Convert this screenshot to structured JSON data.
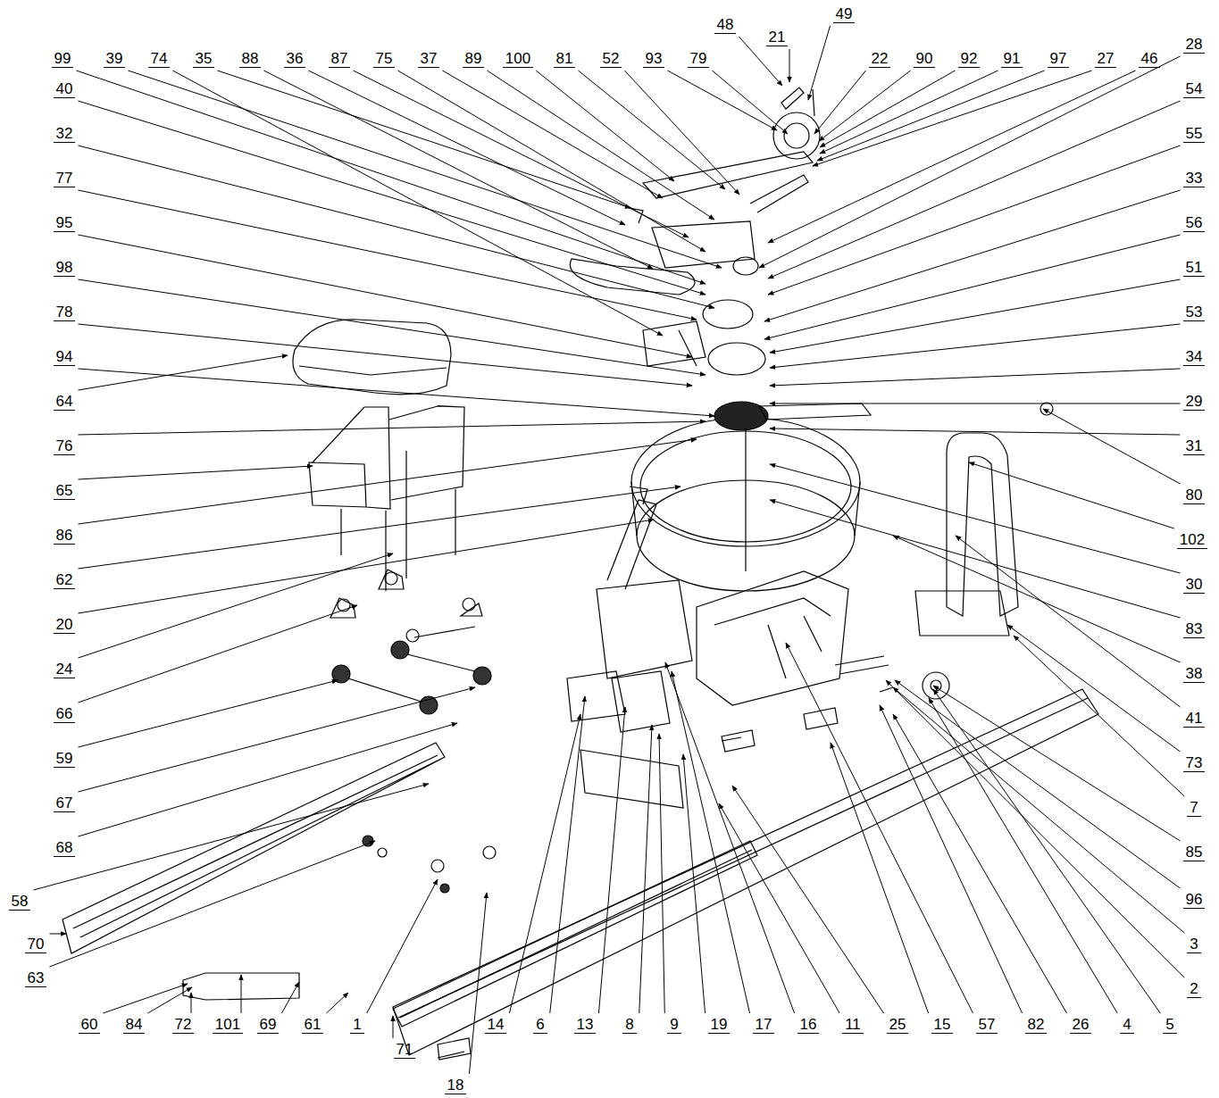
{
  "diagram": {
    "labels": [
      "48",
      "21",
      "49",
      "99",
      "39",
      "74",
      "35",
      "88",
      "36",
      "87",
      "75",
      "37",
      "89",
      "100",
      "81",
      "52",
      "93",
      "79",
      "22",
      "90",
      "92",
      "91",
      "97",
      "27",
      "46",
      "28",
      "40",
      "32",
      "77",
      "95",
      "98",
      "78",
      "94",
      "64",
      "76",
      "65",
      "86",
      "62",
      "20",
      "24",
      "66",
      "59",
      "67",
      "68",
      "58",
      "70",
      "63",
      "54",
      "55",
      "33",
      "56",
      "51",
      "53",
      "34",
      "29",
      "31",
      "80",
      "102",
      "30",
      "83",
      "38",
      "41",
      "73",
      "7",
      "85",
      "96",
      "3",
      "2",
      "60",
      "84",
      "72",
      "101",
      "69",
      "61",
      "1",
      "14",
      "6",
      "13",
      "8",
      "9",
      "19",
      "17",
      "16",
      "11",
      "25",
      "15",
      "57",
      "82",
      "26",
      "4",
      "5",
      "71",
      "18"
    ]
  }
}
